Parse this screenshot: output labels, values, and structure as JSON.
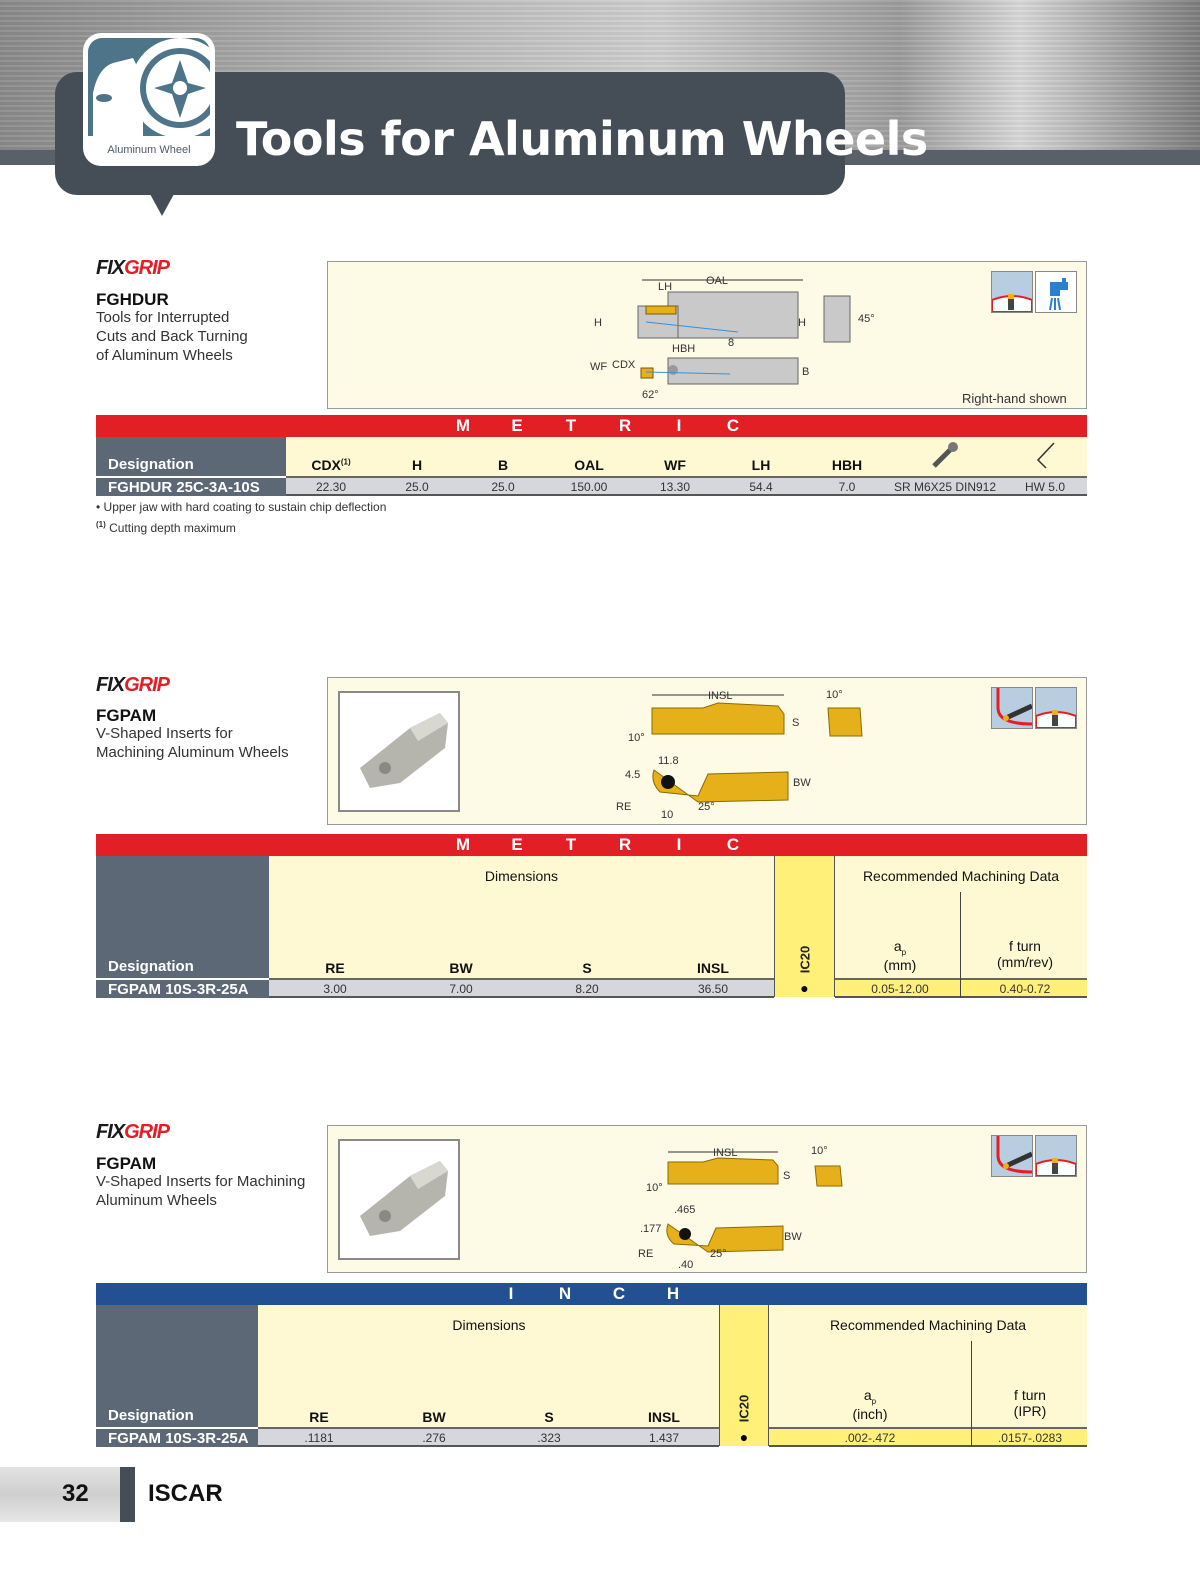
{
  "header": {
    "icon_label": "Aluminum Wheel",
    "title": "Tools for Aluminum Wheels"
  },
  "colors": {
    "metric_bar": "#e31f26",
    "inch_bar": "#234f93",
    "designation_bg": "#5c6876",
    "header_bg": "#fef9d2",
    "highlight_yellow": "#fff07a",
    "header_panel": "#454d56"
  },
  "sections": [
    {
      "brand_fix": "FIX",
      "brand_grip": "GRIP",
      "code": "FGHDUR",
      "description": [
        "Tools for Interrupted",
        "Cuts and Back Turning",
        "of Aluminum Wheels"
      ],
      "drawing_labels": {
        "oal": "OAL",
        "lh": "LH",
        "h": "H",
        "hbh": "HBH",
        "eight": "8",
        "wf": "WF",
        "cdx": "CDX",
        "b": "B",
        "angle62": "62°",
        "angle45": "45°"
      },
      "app_icons": [
        "back-turning-application-icon",
        "coolant-tap-icon"
      ],
      "right_hand_note": "Right-hand shown",
      "unit_bar": [
        "M",
        "E",
        "T",
        "R",
        "I",
        "C"
      ],
      "table": {
        "designation_header": "Designation",
        "columns": [
          "CDX",
          "H",
          "B",
          "OAL",
          "WF",
          "LH",
          "HBH"
        ],
        "cdx_superscript": "(1)",
        "icon_columns": [
          "screw-icon",
          "hex-wrench-icon"
        ],
        "rows": [
          {
            "designation": "FGHDUR 25C-3A-10S",
            "values": [
              "22.30",
              "25.0",
              "25.0",
              "150.00",
              "13.30",
              "54.4",
              "7.0",
              "SR M6X25 DIN912",
              "HW 5.0"
            ]
          }
        ]
      },
      "notes": [
        "•  Upper jaw with hard coating to sustain chip deflection",
        "Cutting depth maximum"
      ],
      "note_superscript": "(1)"
    },
    {
      "brand_fix": "FIX",
      "brand_grip": "GRIP",
      "code": "FGPAM",
      "description": [
        "V-Shaped Inserts for",
        "Machining Aluminum Wheels"
      ],
      "drawing_labels": {
        "insl": "INSL",
        "s": "S",
        "angle10a": "10°",
        "angle10b": "10°",
        "dim1": "11.8",
        "dim2": "4.5",
        "bw": "BW",
        "re": "RE",
        "dim3": "10",
        "angle25": "25°"
      },
      "app_icons": [
        "profiling-application-icon",
        "back-turning-application-icon"
      ],
      "unit_bar": [
        "M",
        "E",
        "T",
        "R",
        "I",
        "C"
      ],
      "table": {
        "designation_header": "Designation",
        "dimensions_header": "Dimensions",
        "columns": [
          "RE",
          "BW",
          "S",
          "INSL"
        ],
        "grade_header": "IC20",
        "machining_header": "Recommended  Machining Data",
        "ap_header": "a",
        "ap_sub": "p",
        "ap_unit": "(mm)",
        "f_header": "f turn",
        "f_unit": "(mm/rev)",
        "rows": [
          {
            "designation": "FGPAM 10S-3R-25A",
            "values": [
              "3.00",
              "7.00",
              "8.20",
              "36.50"
            ],
            "ic20": "●",
            "ap": "0.05-12.00",
            "f": "0.40-0.72"
          }
        ]
      }
    },
    {
      "brand_fix": "FIX",
      "brand_grip": "GRIP",
      "code": "FGPAM",
      "description": [
        "V-Shaped Inserts for Machining",
        "Aluminum Wheels"
      ],
      "drawing_labels": {
        "insl": "INSL",
        "s": "S",
        "angle10a": "10°",
        "angle10b": "10°",
        "dim1": ".465",
        "dim2": ".177",
        "bw": "BW",
        "re": "RE",
        "dim3": ".40",
        "angle25": "25°"
      },
      "app_icons": [
        "profiling-application-icon",
        "back-turning-application-icon"
      ],
      "unit_bar": [
        "I",
        "N",
        "C",
        "H"
      ],
      "table": {
        "designation_header": "Designation",
        "dimensions_header": "Dimensions",
        "columns": [
          "RE",
          "BW",
          "S",
          "INSL"
        ],
        "grade_header": "IC20",
        "machining_header": "Recommended  Machining Data",
        "ap_header": "a",
        "ap_sub": "p",
        "ap_unit": "(inch)",
        "f_header": "f turn",
        "f_unit": "(IPR)",
        "rows": [
          {
            "designation": "FGPAM 10S-3R-25A",
            "values": [
              ".1181",
              ".276",
              ".323",
              "1.437"
            ],
            "ic20": "●",
            "ap": ".002-.472",
            "f": ".0157-.0283"
          }
        ]
      }
    }
  ],
  "footer": {
    "page_number": "32",
    "brand": "ISCAR"
  }
}
